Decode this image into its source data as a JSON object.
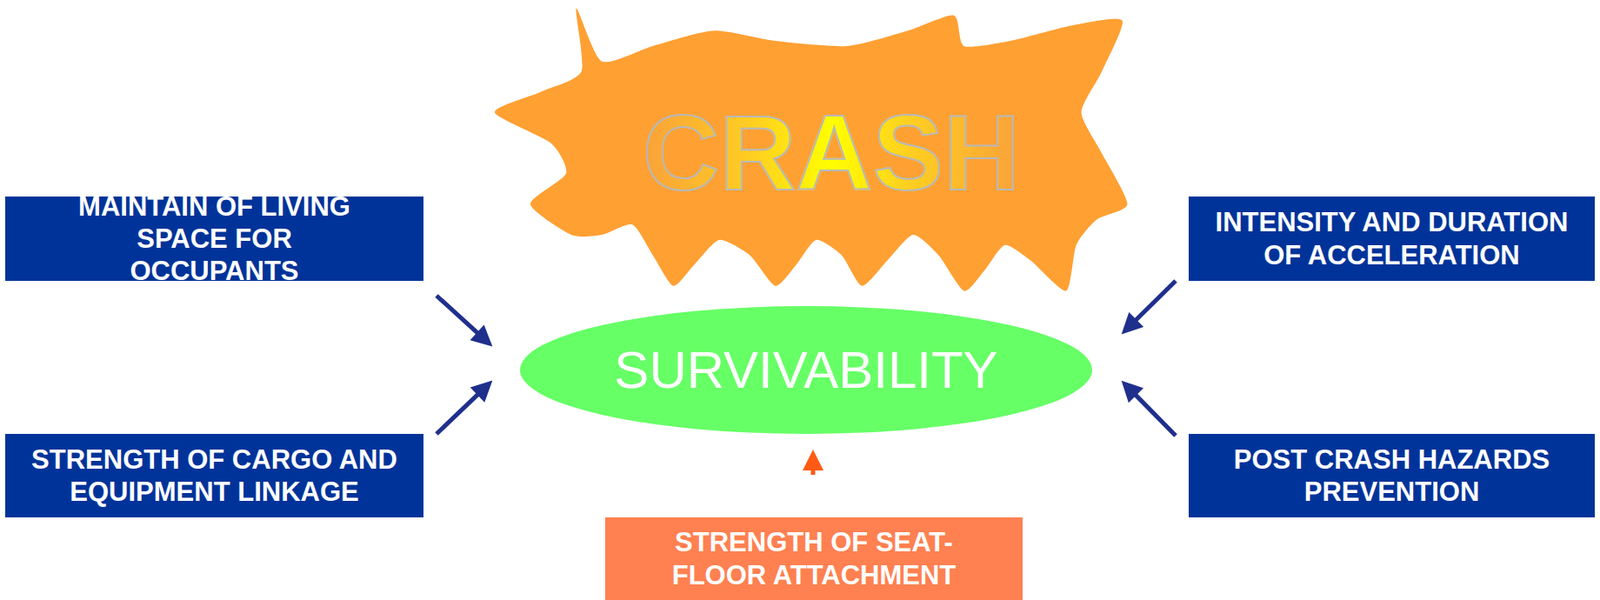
{
  "diagram": {
    "nodes": [
      {
        "text": [
          "CRASH"
        ]
      },
      {
        "text": [
          "MAINTAIN OF LIVING SPACE FOR OCCUPANTS"
        ]
      },
      {
        "text": [
          "INTENSITY AND DURATION OF ACCELERATION"
        ]
      },
      {
        "text": [
          "SURVIVABILITY"
        ]
      },
      {
        "text": [
          "STRENGTH OF CARGO AND EQUIPMENT LINKAGE"
        ]
      },
      {
        "text": [
          "POST CRASH HAZARDS PREVENTION"
        ]
      },
      {
        "text": [
          "STRENGTH OF SEAT-FLOOR ATTACHMENT"
        ]
      }
    ],
    "edges": [
      {
        "from": 1,
        "to": 3,
        "arrow": "to"
      },
      {
        "from": 2,
        "to": 3,
        "arrow": "to"
      },
      {
        "from": 4,
        "to": 3,
        "arrow": "to"
      },
      {
        "from": 5,
        "to": 3,
        "arrow": "to"
      },
      {
        "from": 6,
        "to": 3,
        "arrow": "to"
      }
    ]
  }
}
